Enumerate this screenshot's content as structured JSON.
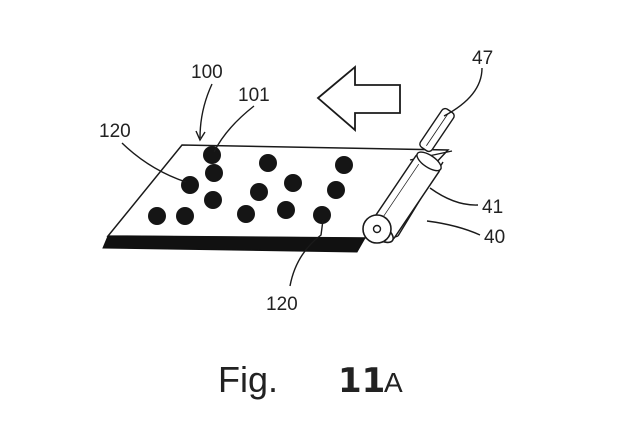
{
  "figure": {
    "labels": {
      "plate_ref": "100",
      "dot_ref": "101",
      "edge_ref_left": "120",
      "edge_ref_bottom": "120",
      "handle_ref": "47",
      "roller_ref": "41",
      "applicator_ref": "40"
    },
    "caption": {
      "prefix": "Fig.",
      "number": "11",
      "suffix": "A"
    },
    "colors": {
      "ink": "#1a1a1a",
      "background": "#ffffff"
    },
    "icons": {
      "direction_arrow": "left-arrow-icon",
      "roller": "roller-icon"
    }
  }
}
